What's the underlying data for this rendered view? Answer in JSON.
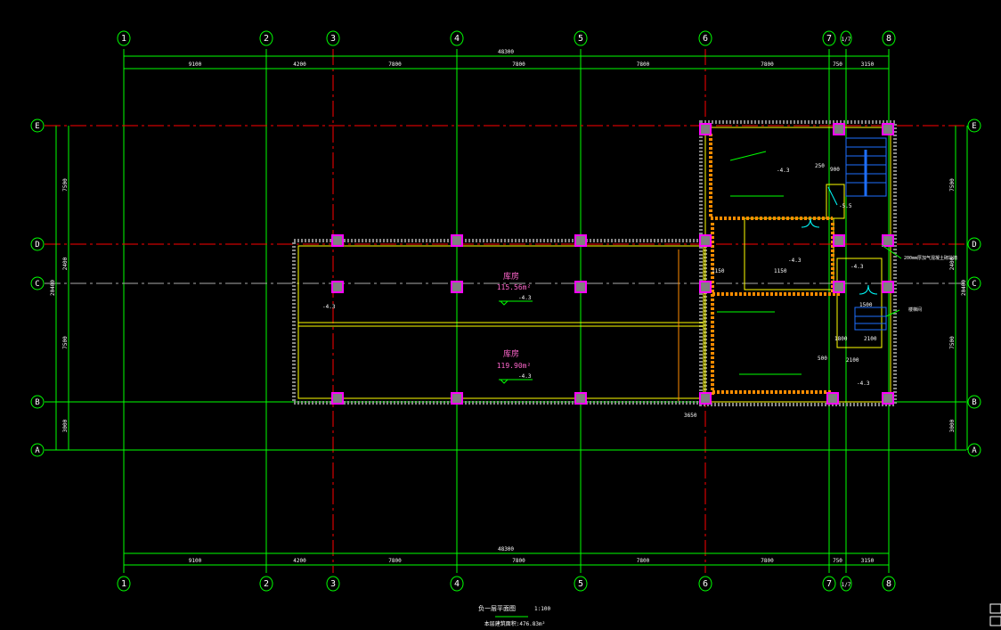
{
  "colors": {
    "background": "#000000",
    "axis": "#00ff00",
    "red_axis": "#ff0000",
    "wall": "#ffff00",
    "column": "#ff00ff",
    "text": "#ffffff",
    "room": "#ff66cc",
    "stair": "#1e6fff",
    "door": "#00ffff",
    "insulation": "#ff8c00"
  },
  "grid_columns": [
    "1",
    "2",
    "3",
    "4",
    "5",
    "6",
    "7",
    "1/7",
    "8"
  ],
  "grid_rows": [
    "E",
    "D",
    "C",
    "B",
    "A"
  ],
  "dims_top": {
    "total": "48300",
    "spans": [
      "9100",
      "4200",
      "7800",
      "7800",
      "7800",
      "7800",
      "750",
      "3150"
    ]
  },
  "dims_bottom": {
    "total": "48300",
    "spans": [
      "9100",
      "4200",
      "7800",
      "7800",
      "7800",
      "7800",
      "750",
      "3150"
    ]
  },
  "dims_left": {
    "total": "20400",
    "spans": [
      "7500",
      "2400",
      "7500",
      "3000"
    ]
  },
  "dims_right": {
    "total": "20400",
    "spans": [
      "7500",
      "2400",
      "7500",
      "3000"
    ]
  },
  "rooms": [
    {
      "name": "库房",
      "area": "115.56m²",
      "level": "-4.3"
    },
    {
      "name": "库房",
      "area": "119.90m²",
      "level": "-4.3"
    }
  ],
  "levels": [
    "-4.3",
    "-4.3",
    "-4.3",
    "-4.3",
    "-5.5",
    "-4.3"
  ],
  "notes": {
    "right_note": "200mm厚加气混凝土砌块墙",
    "stair_note": "楼梯间",
    "dim_250": "250",
    "dim_900": "900",
    "dim_1800": "1800",
    "dim_2100": "2100",
    "dim_2100b": "2100",
    "dim_500": "500",
    "dim_1500": "1500",
    "dim_1150": "1150",
    "dim_1150b": "1150",
    "dim_3650": "3650"
  },
  "title": {
    "name": "负一层平面图",
    "scale": "1:100",
    "area_label": "本层建筑面积:476.83m²"
  }
}
